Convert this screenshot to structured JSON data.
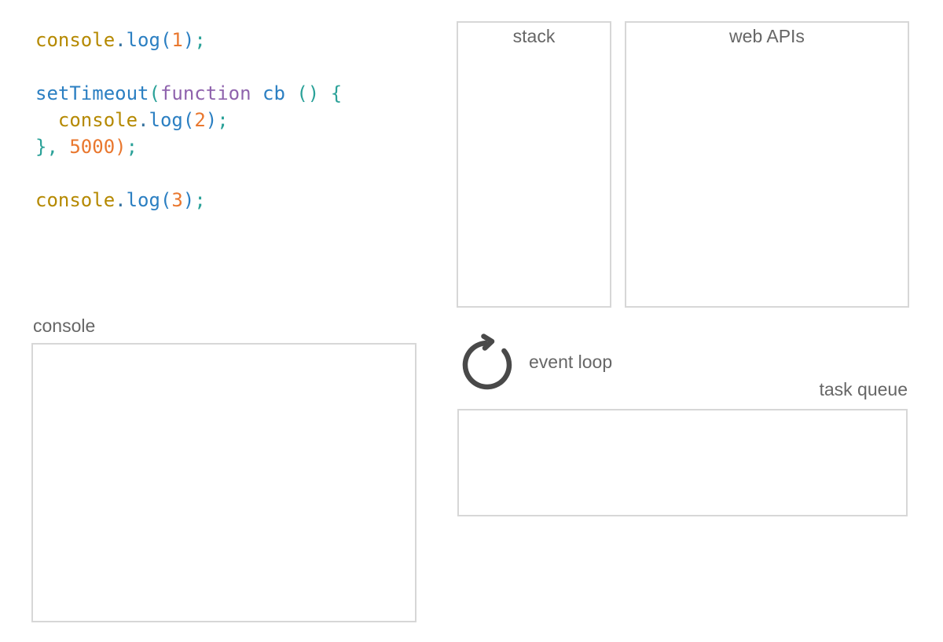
{
  "palette": {
    "yellow": "#b58900",
    "blue": "#2b7fc2",
    "cyan": "#2aa198",
    "violet": "#8f63ad",
    "orange": "#e9772e",
    "steel": "#35719e",
    "plain": "#333333"
  },
  "colors": {
    "box-border": "#d7d7d7",
    "label-text": "#666666",
    "icon": "#494949",
    "bg": "#ffffff"
  },
  "code": {
    "lines": [
      [
        {
          "t": "console",
          "c": "yellow"
        },
        {
          "t": ".",
          "c": "steel"
        },
        {
          "t": "log",
          "c": "blue"
        },
        {
          "t": "(",
          "c": "blue"
        },
        {
          "t": "1",
          "c": "orange"
        },
        {
          "t": ")",
          "c": "blue"
        },
        {
          "t": ";",
          "c": "cyan"
        }
      ],
      [],
      [
        {
          "t": "setTimeout",
          "c": "blue"
        },
        {
          "t": "(",
          "c": "cyan"
        },
        {
          "t": "function",
          "c": "violet"
        },
        {
          "t": " ",
          "c": "plain"
        },
        {
          "t": "cb",
          "c": "blue"
        },
        {
          "t": " ",
          "c": "plain"
        },
        {
          "t": "()",
          "c": "cyan"
        },
        {
          "t": " ",
          "c": "plain"
        },
        {
          "t": "{",
          "c": "cyan"
        }
      ],
      [
        {
          "t": "  ",
          "c": "plain"
        },
        {
          "t": "console",
          "c": "yellow"
        },
        {
          "t": ".",
          "c": "steel"
        },
        {
          "t": "log",
          "c": "blue"
        },
        {
          "t": "(",
          "c": "blue"
        },
        {
          "t": "2",
          "c": "orange"
        },
        {
          "t": ")",
          "c": "blue"
        },
        {
          "t": ";",
          "c": "cyan"
        }
      ],
      [
        {
          "t": "},",
          "c": "cyan"
        },
        {
          "t": " ",
          "c": "plain"
        },
        {
          "t": "5000",
          "c": "orange"
        },
        {
          "t": ")",
          "c": "orange"
        },
        {
          "t": ";",
          "c": "cyan"
        }
      ],
      [],
      [
        {
          "t": "console",
          "c": "yellow"
        },
        {
          "t": ".",
          "c": "steel"
        },
        {
          "t": "log",
          "c": "blue"
        },
        {
          "t": "(",
          "c": "blue"
        },
        {
          "t": "3",
          "c": "orange"
        },
        {
          "t": ")",
          "c": "blue"
        },
        {
          "t": ";",
          "c": "cyan"
        }
      ]
    ]
  },
  "panels": {
    "stack": {
      "label": "stack"
    },
    "web_apis": {
      "label": "web APIs"
    },
    "console": {
      "label": "console"
    },
    "task_queue": {
      "label": "task queue"
    },
    "event_loop": {
      "label": "event loop"
    }
  }
}
